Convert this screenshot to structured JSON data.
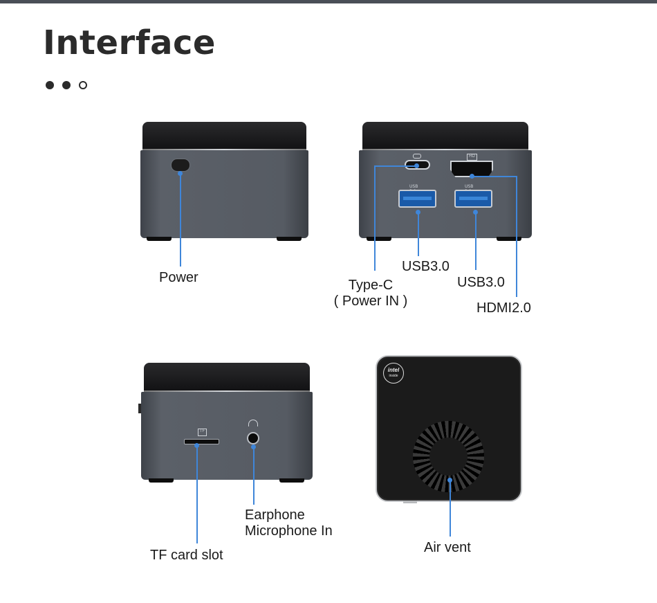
{
  "title": "Interface",
  "pagination": {
    "total": 3,
    "active_count": 2
  },
  "device_text": {
    "usb_tag_left": "USB 3.0",
    "usb_tag_right": "USB 3.0",
    "hdmi_icon": "HD",
    "tf_icon": "TF",
    "intel_badge_main": "intel",
    "intel_badge_sub": "inside"
  },
  "labels": {
    "power": "Power",
    "type_c_line1": "Type-C",
    "type_c_line2": "( Power IN )",
    "usb3_a": "USB3.0",
    "usb3_b": "USB3.0",
    "hdmi": "HDMI2.0",
    "earphone_line1": "Earphone",
    "earphone_line2": "Microphone In",
    "tf_card": "TF card slot",
    "air_vent": "Air vent"
  },
  "colors": {
    "accent_line": "#3f86d9",
    "heading": "#2b2b2b",
    "top_bar": "#4a4f57"
  }
}
